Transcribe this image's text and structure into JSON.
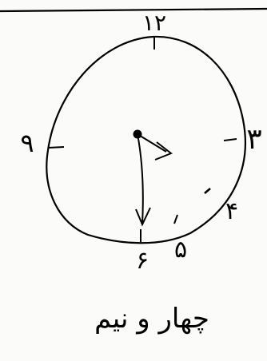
{
  "clock": {
    "numerals": {
      "twelve": "١٢",
      "three": "٣",
      "four": "۴",
      "five": "۵",
      "six": "۶",
      "nine": "٩"
    },
    "time_shown": {
      "hour_hand_points_to": 4,
      "minute_hand_points_to": 6
    }
  },
  "caption": "چهار و نیم",
  "colors": {
    "ink": "#000000",
    "paper": "#fbfbf9"
  }
}
